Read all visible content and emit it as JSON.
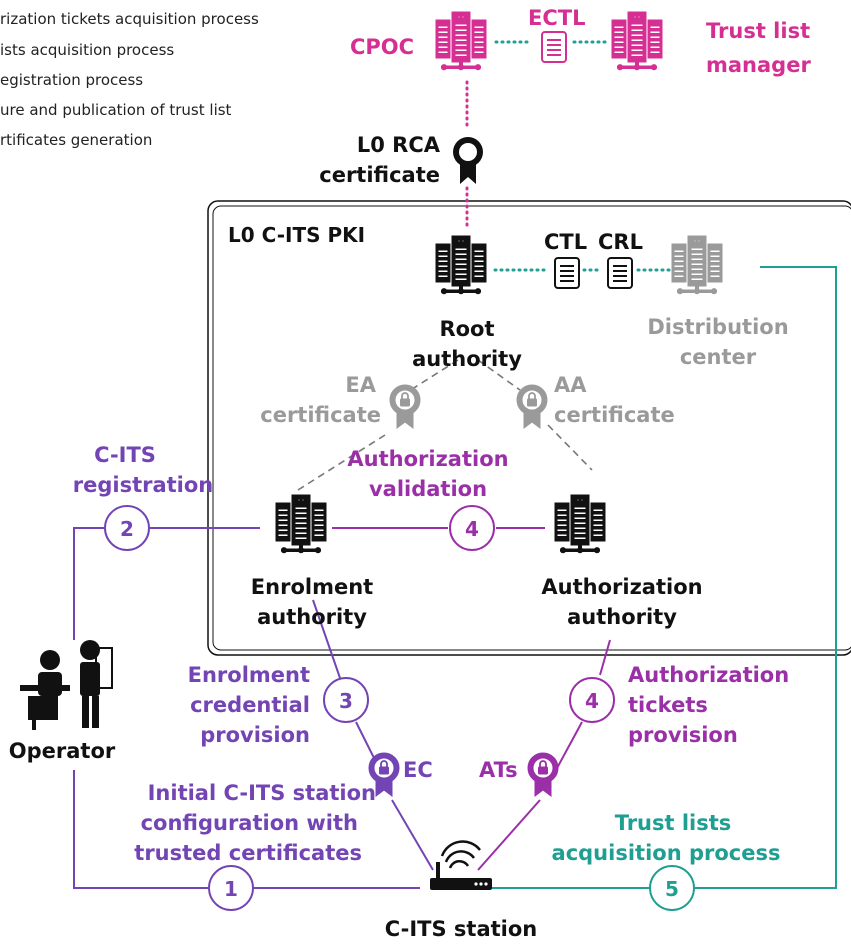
{
  "colors": {
    "magenta": "#d62f93",
    "purple": "#7344b4",
    "violet": "#9a2fa8",
    "teal": "#1f9e92",
    "gray": "#9a9a9a",
    "black": "#111111"
  },
  "legend": [
    "rization tickets acquisition process",
    "ists acquisition process",
    "egistration process",
    "ure and publication of trust list",
    "rtificates generation"
  ],
  "top": {
    "cpoc": "CPOC",
    "ectl": "ECTL",
    "trust_list_manager_1": "Trust list",
    "trust_list_manager_2": "manager",
    "l0_rca_1": "L0 RCA",
    "l0_rca_2": "certificate"
  },
  "pki": {
    "title": "L0 C-ITS PKI",
    "ctl": "CTL",
    "crl": "CRL",
    "root_1": "Root",
    "root_2": "authority",
    "dist_1": "Distribution",
    "dist_2": "center",
    "ea_cert_1": "EA",
    "ea_cert_2": "certificate",
    "aa_cert_1": "AA",
    "aa_cert_2": "certificate",
    "auth_valid_1": "Authorization",
    "auth_valid_2": "validation",
    "enrol_1": "Enrolment",
    "enrol_2": "authority",
    "authz_1": "Authorization",
    "authz_2": "authority"
  },
  "left": {
    "reg_1": "C-ITS",
    "reg_2": "registration",
    "operator": "Operator",
    "enrol_cred_1": "Enrolment",
    "enrol_cred_2": "credential",
    "enrol_cred_3": "provision",
    "initial_1": "Initial C-ITS station",
    "initial_2": "configuration with",
    "initial_3": "trusted certificates",
    "ec": "EC"
  },
  "right": {
    "at_prov_1": "Authorization",
    "at_prov_2": "tickets",
    "at_prov_3": "provision",
    "ats": "ATs",
    "trust_1": "Trust lists",
    "trust_2": "acquisition process"
  },
  "station": "C-ITS station",
  "steps": {
    "s1": "1",
    "s2": "2",
    "s3": "3",
    "s4a": "4",
    "s4b": "4",
    "s5": "5"
  }
}
